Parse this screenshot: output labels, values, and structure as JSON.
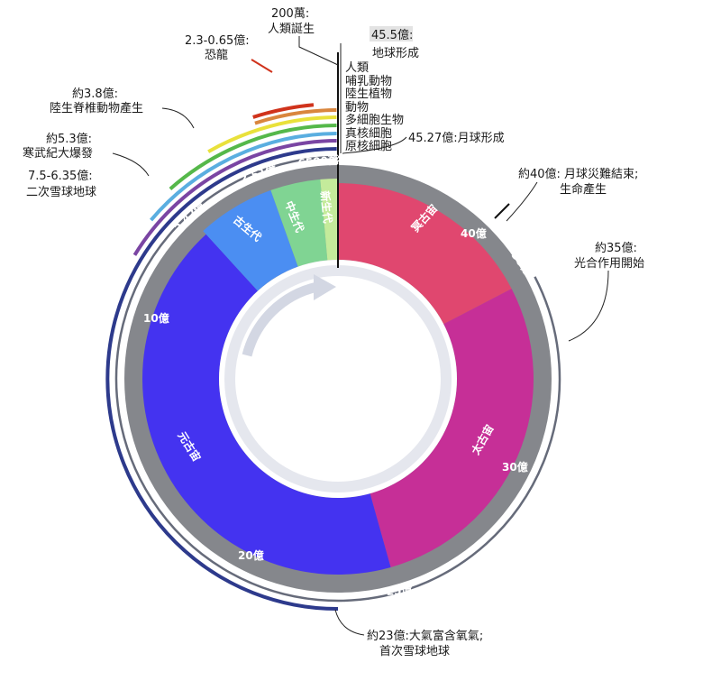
{
  "eons": [
    {
      "key": "hadean",
      "name": "冥古宙",
      "start": 46,
      "end": 38,
      "color": "#e0476f"
    },
    {
      "key": "archean",
      "name": "太古宙",
      "start": 38,
      "end": 25,
      "color": "#c62f97"
    },
    {
      "key": "proterozoic",
      "name": "元古宙",
      "start": 25,
      "end": 5.42,
      "color": "#4433f0"
    }
  ],
  "eras": [
    {
      "key": "paleozoic",
      "name": "古生代",
      "start": 5.42,
      "end": 2.51,
      "color": "#4b8ef2"
    },
    {
      "key": "mesozoic",
      "name": "中生代",
      "start": 2.51,
      "end": 0.65,
      "color": "#80d493"
    },
    {
      "key": "cenozoic",
      "name": "新生代",
      "start": 0.65,
      "end": 0,
      "color": "#c4eb9b"
    }
  ],
  "ring_ticks": [
    {
      "key": "t46",
      "label": "46億"
    },
    {
      "key": "t6500",
      "label": "6500萬"
    },
    {
      "key": "t251",
      "label": "2.51億"
    },
    {
      "key": "t542",
      "label": "5.42億"
    },
    {
      "key": "t38",
      "label": "38億"
    },
    {
      "key": "t25",
      "label": "25億"
    }
  ],
  "inner_ticks": [
    {
      "key": "t40",
      "label": "40億"
    },
    {
      "key": "t30",
      "label": "30億"
    },
    {
      "key": "t20",
      "label": "20億"
    },
    {
      "key": "t10",
      "label": "10億"
    }
  ],
  "life_arcs": [
    {
      "key": "prokaryote",
      "label": "原核細胞",
      "start": 38,
      "color": "#666b7a"
    },
    {
      "key": "eukaryote",
      "label": "真核細胞",
      "start": 23,
      "color": "#2d3a8c"
    },
    {
      "key": "multicellular",
      "label": "多細胞生物",
      "start": 7.5,
      "color": "#7a45a3"
    },
    {
      "key": "animals",
      "label": "動物",
      "start": 6.35,
      "color": "#5aaee0"
    },
    {
      "key": "land_plants",
      "label": "陸生植物",
      "start": 5.3,
      "color": "#55b84a"
    },
    {
      "key": "mammals",
      "label": "哺乳動物",
      "start": 3.8,
      "color": "#e9e13b"
    },
    {
      "key": "humans",
      "label": "人類",
      "start": 2.3,
      "color": "#d9863e"
    }
  ],
  "dinosaurs": {
    "color": "#d0331c"
  },
  "annotations": {
    "human_birth_1": "200萬:",
    "human_birth_2": "人類誕生",
    "dino_1": "2.3-0.65億:",
    "dino_2": "恐龍",
    "earth_1": "45.5億:",
    "earth_2": "地球形成",
    "moon": "45.27億:月球形成",
    "bombard_1": "約40億: 月球災難結束;",
    "bombard_2": "生命產生",
    "photo_1": "約35億:",
    "photo_2": "光合作用開始",
    "vert_1": "約3.8億:",
    "vert_2": "陸生脊椎動物產生",
    "cambrian_1": "約5.3億:",
    "cambrian_2": "寒武紀大爆發",
    "snowball2_1": "7.5-6.35億:",
    "snowball2_2": "二次雪球地球",
    "oxygen_1": "約23億:大氣富含氧氣;",
    "oxygen_2": "首次雪球地球"
  },
  "colors": {
    "ring_gray": "#85878c",
    "inner_circle": "#e5e7ee",
    "arrow": "#d3d7e3"
  }
}
